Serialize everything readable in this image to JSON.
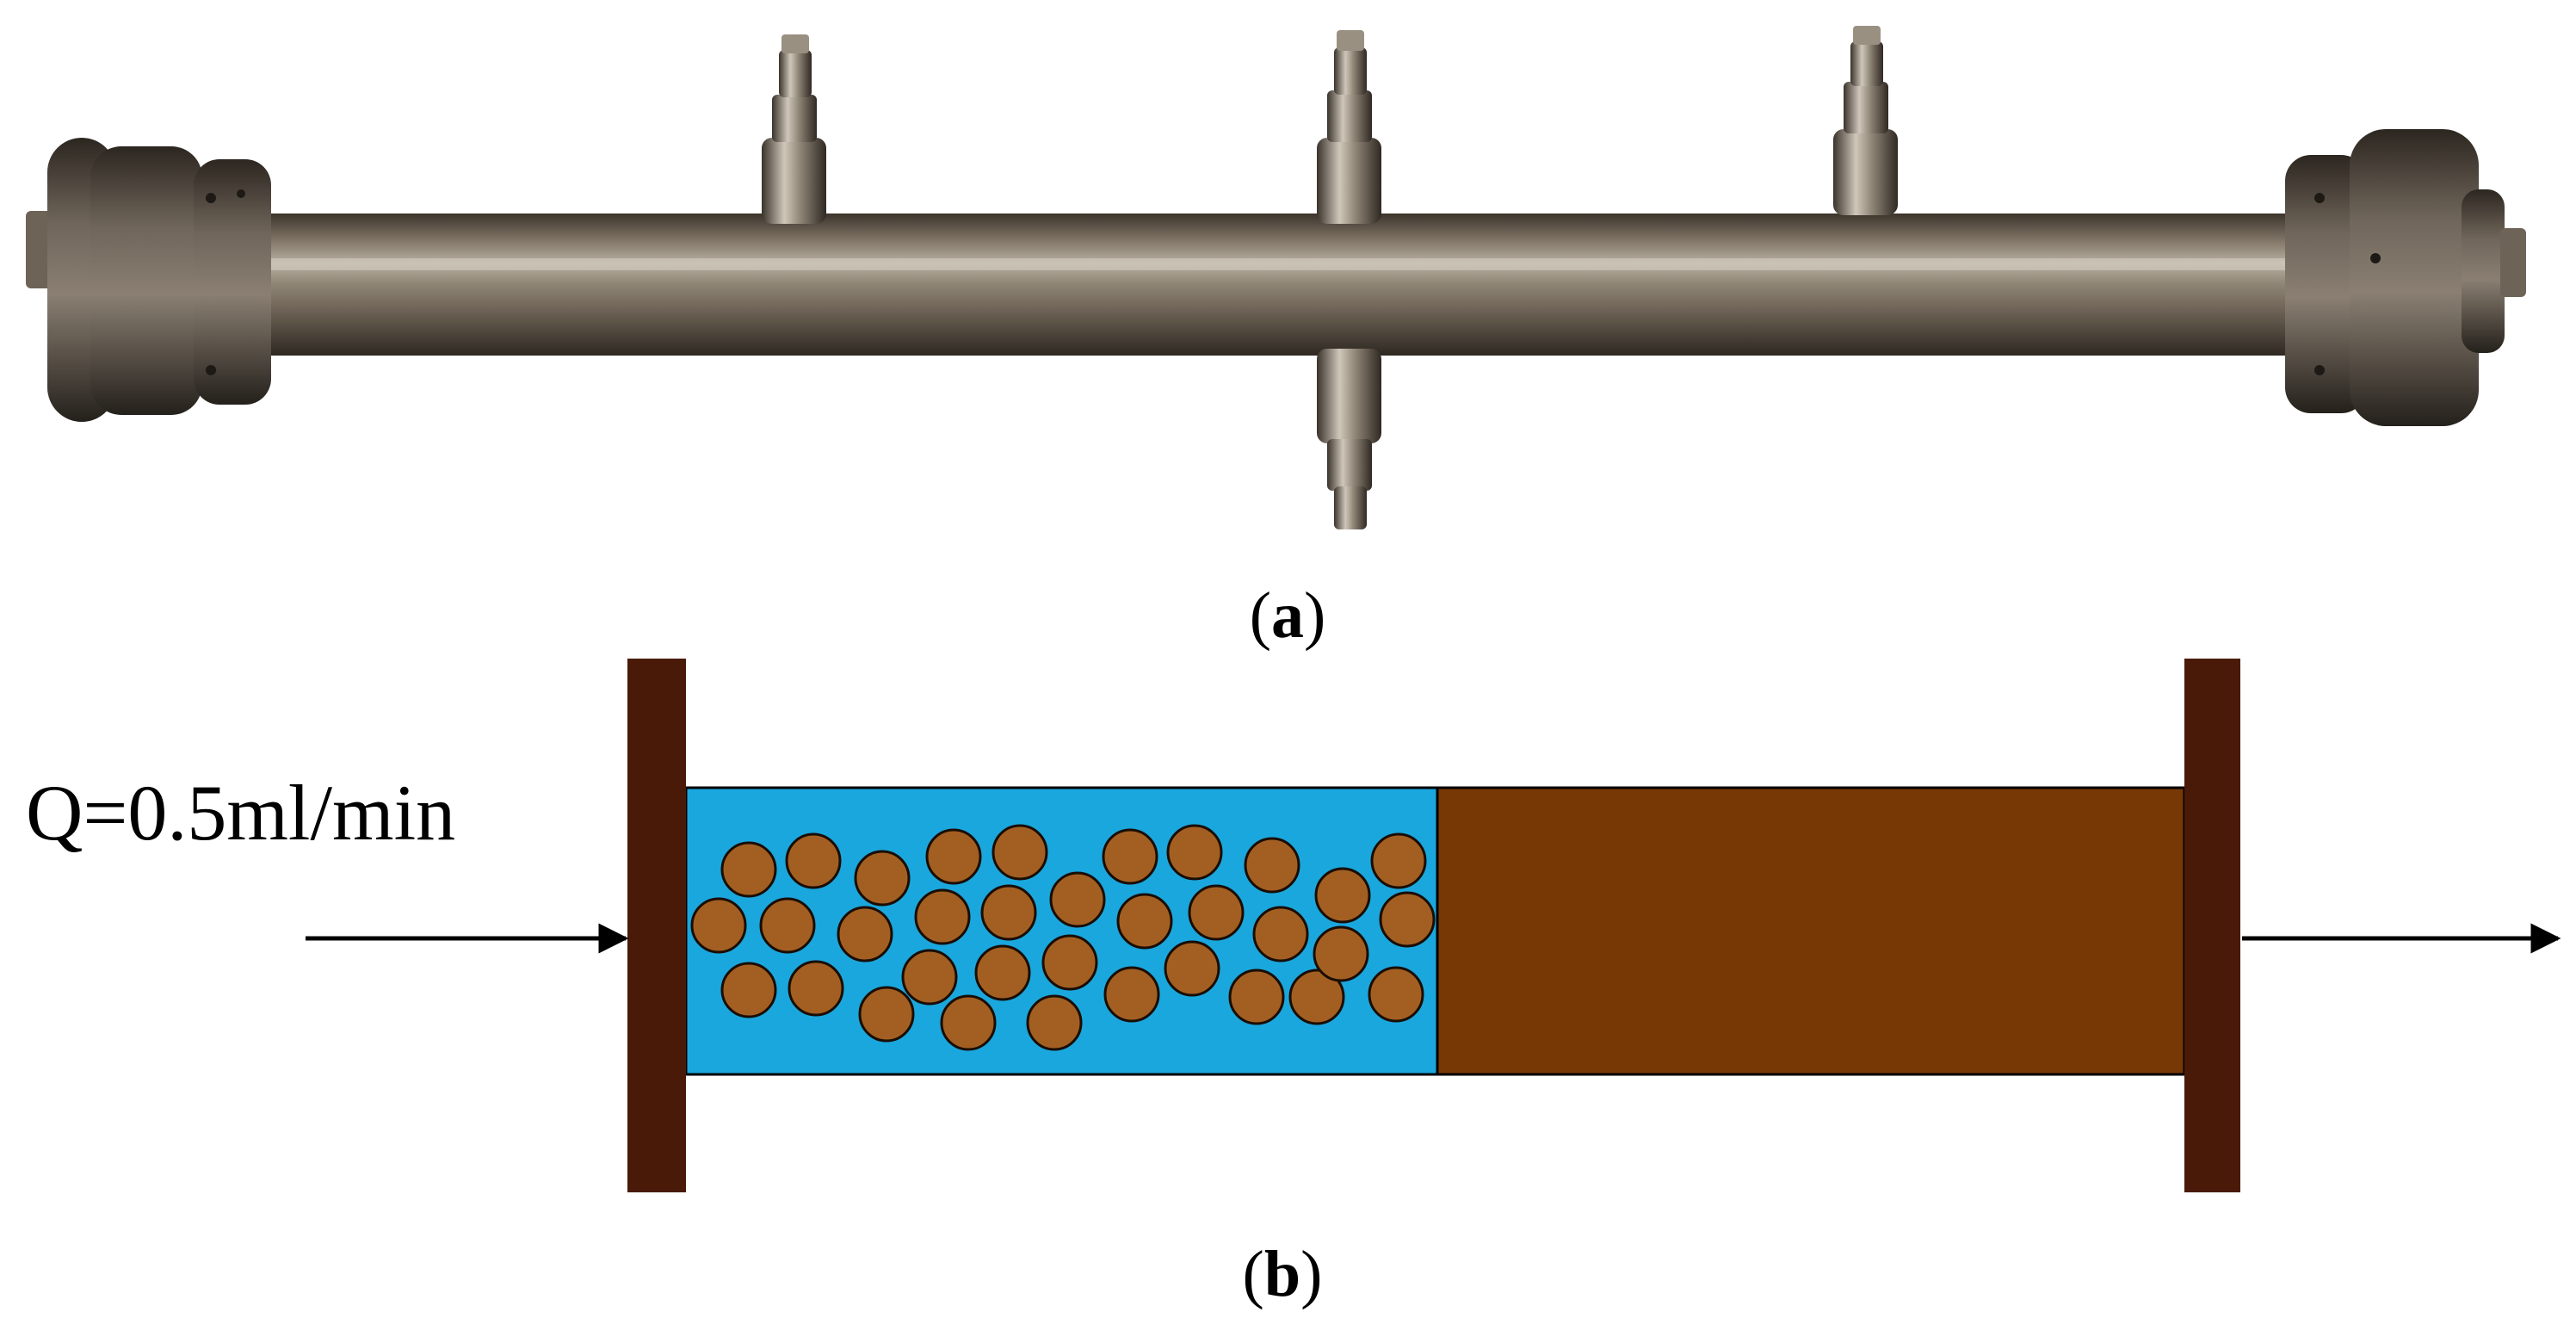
{
  "panel_a": {
    "caption_open": "(",
    "caption_letter": "a",
    "caption_close": ")"
  },
  "panel_b": {
    "caption_open": "(",
    "caption_letter": "b",
    "caption_close": ")",
    "flow_rate_label": "Q=0.5ml/min"
  },
  "colors": {
    "flange": "#4a1a08",
    "fluid": "#1aa7de",
    "sand": "#773806",
    "particle": "#a35f22",
    "steel": "#8a7d6e"
  }
}
